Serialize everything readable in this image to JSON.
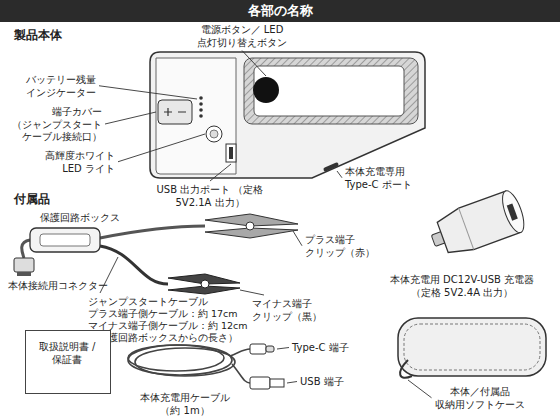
{
  "diagram": {
    "title": "各部の名称",
    "nodes": [
      {
        "text": [
          "取扱説明書 / 保証書"
        ]
      }
    ],
    "labels": [
      "製品本体",
      "電源ボタン／ LED 点灯切り替えボタン",
      "バッテリー残量 インジケーター",
      "端子カバー （ジャンプスタート ケーブル接続口）",
      "高輝度ホワイト LED ライト",
      "USB 出力ポート （定格 5V2.1A 出力）",
      "本体充電専用 Type-C ポート",
      "付属品",
      "保護回路ボックス",
      "本体接続用コネクター",
      "ジャンプスタートケーブル",
      "プラス端子側ケーブル：約 17cm",
      "マイナス端子側ケーブル：約 12cm",
      "（保護回路ボックスからの長さ）",
      "プラス端子 クリップ（赤）",
      "マイナス端子 クリップ（黒）",
      "本体充電用 DC12V-USB 充電器 （定格 5V2.4A 出力）",
      "Type-C 端子",
      "USB 端子",
      "本体充電用ケーブル （約 1m）",
      "本体／付属品 収納用ソフトケース"
    ]
  }
}
